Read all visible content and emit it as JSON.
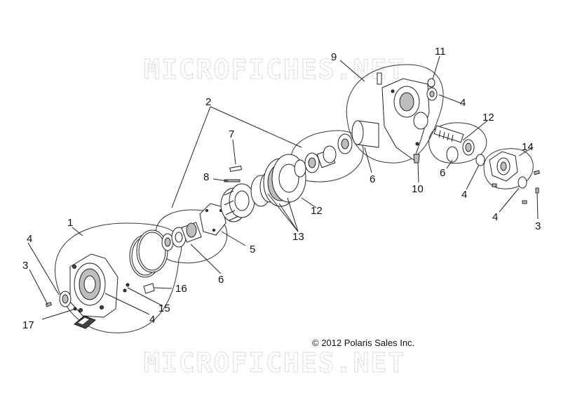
{
  "watermark": "MICROFICHES.NET",
  "copyright": "© 2012 Polaris Sales Inc.",
  "callouts": {
    "c1": "1",
    "c2": "2",
    "c3a": "3",
    "c3b": "3",
    "c4a": "4",
    "c4b": "4",
    "c4c": "4",
    "c4d": "4",
    "c4e": "4",
    "c5": "5",
    "c6a": "6",
    "c6b": "6",
    "c6c": "6",
    "c7": "7",
    "c8": "8",
    "c9": "9",
    "c10": "10",
    "c11": "11",
    "c12a": "12",
    "c12b": "12",
    "c13": "13",
    "c14": "14",
    "c15": "15",
    "c16": "16",
    "c17": "17"
  }
}
